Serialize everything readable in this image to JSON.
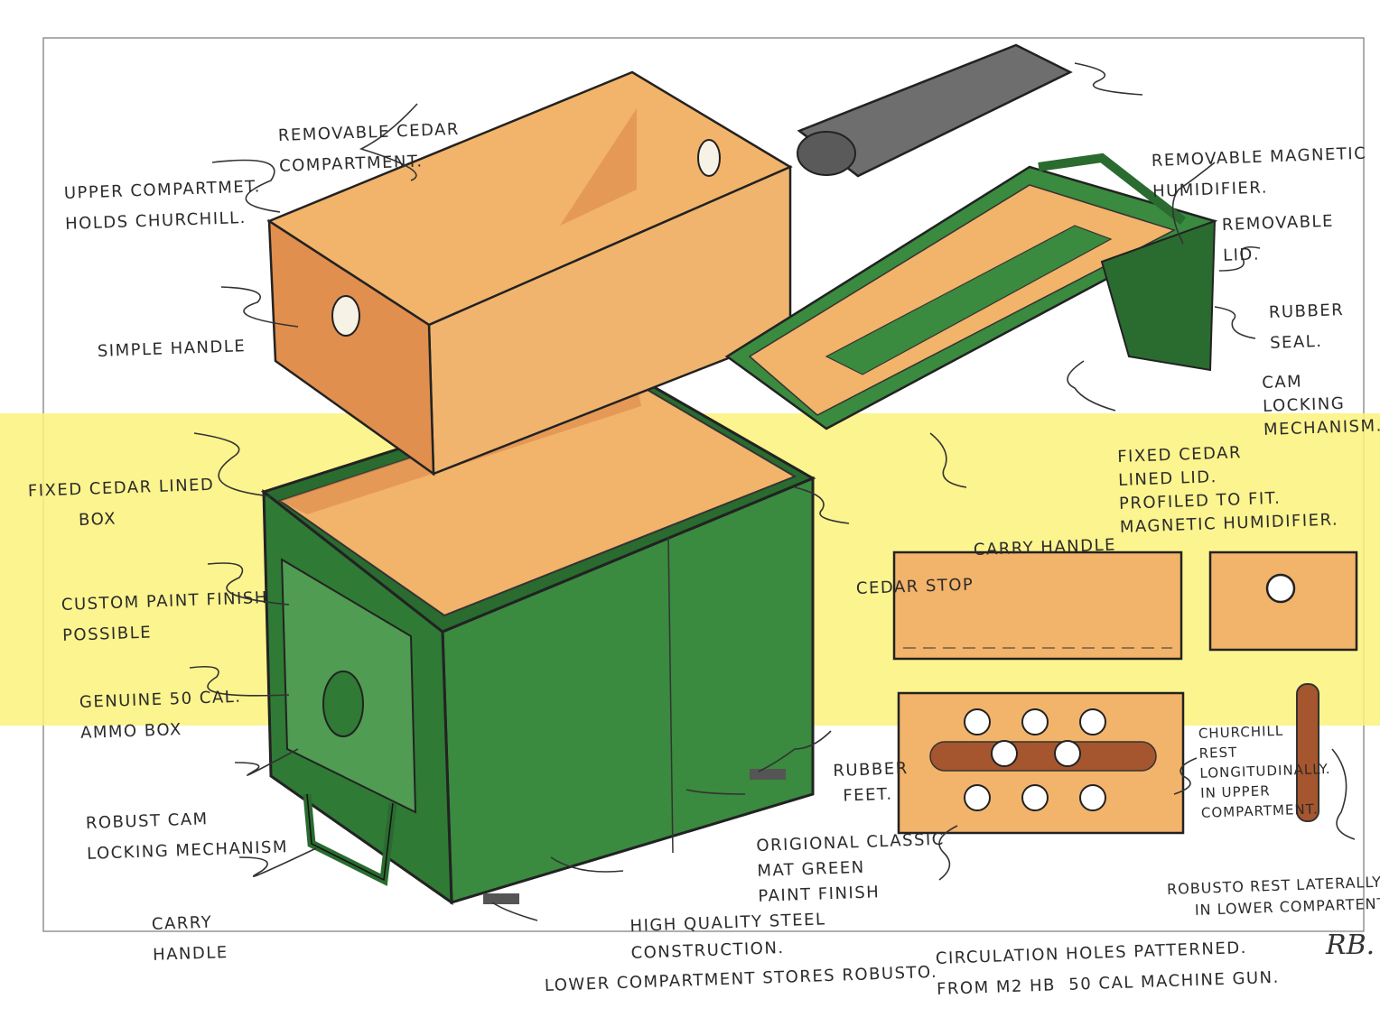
{
  "colors": {
    "cedar": "#f2b36a",
    "cedar_dark": "#e08f4e",
    "green": "#3a8a3f",
    "green_dark": "#2a6b30",
    "highlighter": "#fbf27a",
    "humidifier": "#6e6e6e",
    "ink": "#2b2b2b"
  },
  "labels": {
    "removable_cedar": [
      "REMOVABLE CEDAR",
      "COMPARTMENT."
    ],
    "upper_compartment": [
      "UPPER COMPARTMET.",
      "HOLDS CHURCHILL."
    ],
    "simple_handle": [
      "SIMPLE HANDLE"
    ],
    "fixed_cedar_box": [
      "FIXED CEDAR LINED",
      "BOX"
    ],
    "custom_paint": [
      "CUSTOM PAINT FINISH",
      "POSSIBLE"
    ],
    "genuine_ammo": [
      "GENUINE 50 CAL.",
      "AMMO BOX"
    ],
    "robust_cam": [
      "ROBUST CAM",
      "LOCKING MECHANISM"
    ],
    "carry_handle_left": [
      "CARRY",
      "HANDLE"
    ],
    "humidifier": [
      "REMOVABLE MAGNETIC",
      "HUMIDIFIER."
    ],
    "removable_lid": [
      "REMOVABLE",
      "LID."
    ],
    "rubber_seal": [
      "RUBBER",
      "SEAL."
    ],
    "cam_locking": [
      "CAM",
      "LOCKING",
      "MECHANISM."
    ],
    "fixed_cedar_lid": [
      "FIXED CEDAR",
      "LINED LID.",
      "PROFILED TO FIT.",
      "MAGNETIC HUMIDIFIER."
    ],
    "carry_handle_mid": [
      "CARRY HANDLE"
    ],
    "cedar_stop": [
      "CEDAR STOP"
    ],
    "rubber_feet": [
      "RUBBER",
      "FEET."
    ],
    "original_finish": [
      "ORIGIONAL CLASSIC",
      "MAT GREEN",
      "PAINT FINISH"
    ],
    "steel": [
      "HIGH QUALITY STEEL",
      "CONSTRUCTION."
    ],
    "lower_compartment": [
      "LOWER COMPARTMENT STORES ROBUSTO."
    ],
    "churchill_rest": [
      "CHURCHILL",
      "REST",
      "LONGITUDINALLY.",
      "IN UPPER",
      "COMPARTMENT."
    ],
    "robusto_rest": [
      "ROBUSTO REST LATERALLY",
      "IN LOWER COMPARTENT"
    ],
    "circulation": [
      "CIRCULATION HOLES PATTERNED.",
      "FROM M2 HB  50 CAL MACHINE GUN."
    ]
  },
  "signature": "RB."
}
